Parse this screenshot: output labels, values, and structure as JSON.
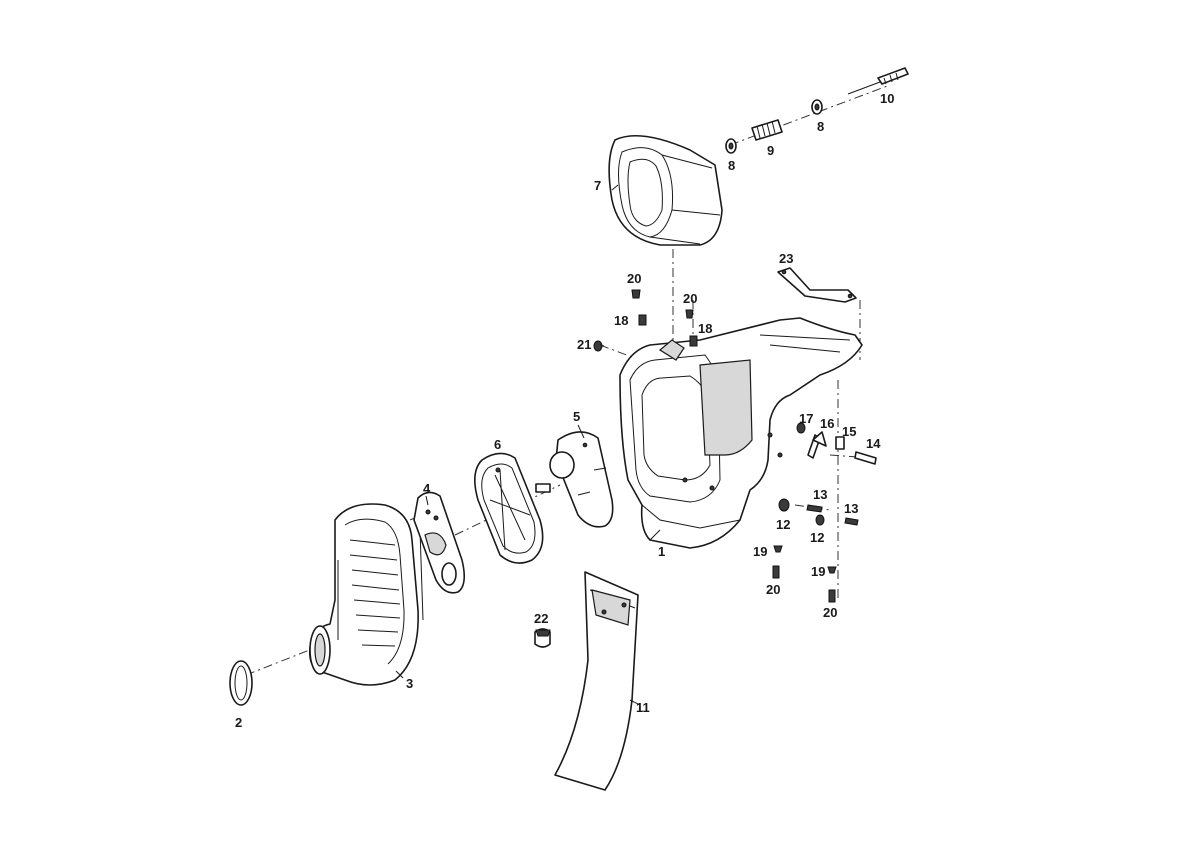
{
  "diagram": {
    "callouts": [
      {
        "id": "c1",
        "text": "1"
      },
      {
        "id": "c2",
        "text": "2"
      },
      {
        "id": "c3",
        "text": "3"
      },
      {
        "id": "c4",
        "text": "4"
      },
      {
        "id": "c5",
        "text": "5"
      },
      {
        "id": "c6",
        "text": "6"
      },
      {
        "id": "c7",
        "text": "7"
      },
      {
        "id": "c8a",
        "text": "8"
      },
      {
        "id": "c8b",
        "text": "8"
      },
      {
        "id": "c9",
        "text": "9"
      },
      {
        "id": "c10",
        "text": "10"
      },
      {
        "id": "c11",
        "text": "11"
      },
      {
        "id": "c12a",
        "text": "12"
      },
      {
        "id": "c12b",
        "text": "12"
      },
      {
        "id": "c13a",
        "text": "13"
      },
      {
        "id": "c13b",
        "text": "13"
      },
      {
        "id": "c14",
        "text": "14"
      },
      {
        "id": "c15",
        "text": "15"
      },
      {
        "id": "c16",
        "text": "16"
      },
      {
        "id": "c17",
        "text": "17"
      },
      {
        "id": "c18a",
        "text": "18"
      },
      {
        "id": "c18b",
        "text": "18"
      },
      {
        "id": "c19a",
        "text": "19"
      },
      {
        "id": "c19b",
        "text": "19"
      },
      {
        "id": "c20a",
        "text": "20"
      },
      {
        "id": "c20b",
        "text": "20"
      },
      {
        "id": "c20c",
        "text": "20"
      },
      {
        "id": "c20d",
        "text": "20"
      },
      {
        "id": "c21",
        "text": "21"
      },
      {
        "id": "c22",
        "text": "22"
      },
      {
        "id": "c23",
        "text": "23"
      }
    ]
  }
}
